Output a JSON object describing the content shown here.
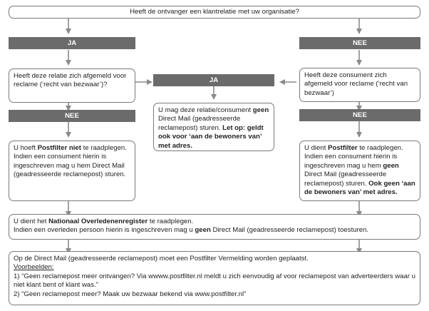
{
  "question_top": "Heeft de ontvanger een klantrelatie met uw organisatie?",
  "ja_left": "JA",
  "nee_right": "NEE",
  "left_question": "Heeft deze relatie zich afgemeld voor reclame (‘recht van bezwaar’)?",
  "right_question": "Heeft deze consument zich afgemeld voor reclame (‘recht van bezwaar’)",
  "ja_center": "JA",
  "center_box": {
    "line1": "U mag deze relatie/consument",
    "bold1": "geen",
    "line2": " Direct Mail (geadresseerde reclamepost) sturen.",
    "bold2": "Let op: geldt ook voor ‘aan de bewoners van’ met adres."
  },
  "nee_left": "NEE",
  "nee_right2": "NEE",
  "left_result": {
    "pre": "U hoeft ",
    "bold": "Postfilter niet",
    "post": " te raadplegen. Indien een consument hierin is ingeschreven mag u hem Direct Mail (geadresseerde reclamepost) sturen."
  },
  "right_result": {
    "pre": "U dient ",
    "bold1": "Postfilter",
    "mid": " te raadplegen. Indien een consument hierin is ingeschreven mag u hem ",
    "bold2": "geen",
    "mid2": " Direct Mail (geadresseerde reclamepost) sturen. ",
    "bold3": "Ook geen ‘aan de bewoners van’ met adres."
  },
  "register_box": {
    "pre": "U dient het ",
    "bold": "Nationaal Overledenenregister",
    "post": " te raadplegen.",
    "line2_pre": "Indien een overleden persoon hierin is ingeschreven mag u ",
    "line2_bold": "geen",
    "line2_post": " Direct Mail (geadresseerde reclamepost) toesturen."
  },
  "bottom_box": {
    "line1": "Op de Direct Mail (geadresseerde reclamepost)  moet een Postfilter Vermelding worden geplaatst.",
    "examples_label": "Voorbeelden:",
    "ex1": "1) “Geen reclamepost meer ontvangen? Via  wwww.postfilter.nl meldt u zich eenvoudig af voor reclamepost van adverteerders waar u niet klant bent of klant was.”",
    "ex2": "2) “Geen reclamepost meer? Maak uw bezwaar bekend via www.postfilter.nl”"
  }
}
